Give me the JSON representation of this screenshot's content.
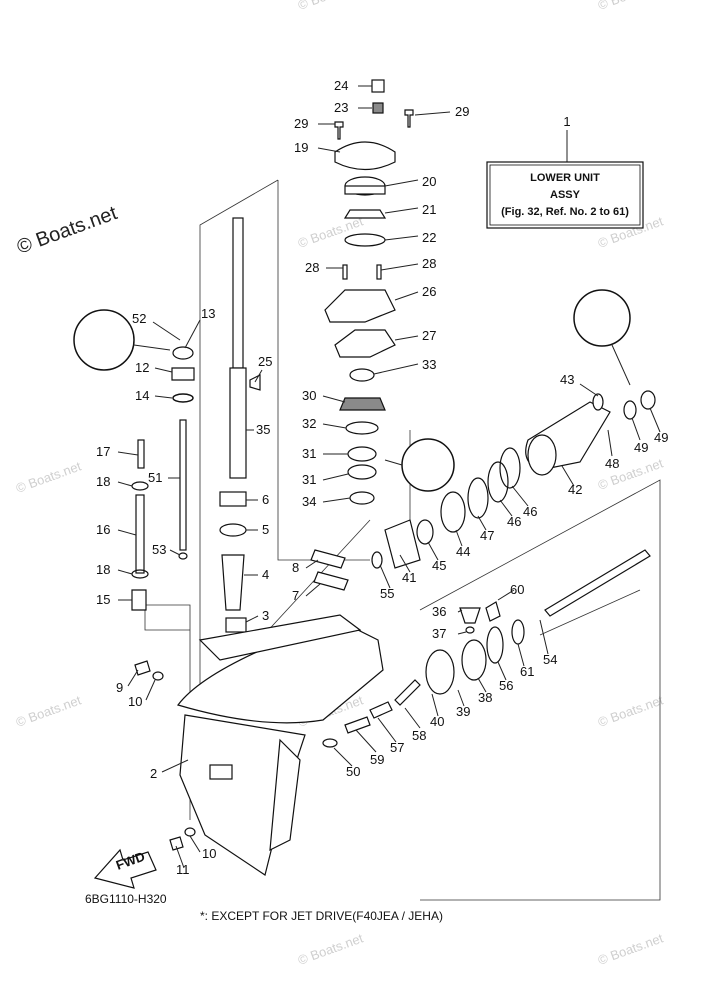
{
  "title_box": {
    "line1": "LOWER UNIT",
    "line2": "ASSY",
    "line3": "(Fig. 32, Ref. No. 2 to 61)",
    "ref": "1"
  },
  "watermark": "© Boats.net",
  "logo_text": "© Boats.net",
  "fwd_label": "FWD",
  "diagram_code": "6BG1110-H320",
  "footnote": "*: EXCEPT FOR JET DRIVE(F40JEA / JEHA)",
  "callouts": [
    "24",
    "23",
    "29",
    "29",
    "19",
    "20",
    "21",
    "22",
    "28",
    "28",
    "26",
    "27",
    "33",
    "30",
    "32",
    "31",
    "31",
    "34",
    "52",
    "13",
    "12",
    "14",
    "17",
    "18",
    "16",
    "18",
    "15",
    "51",
    "53",
    "25",
    "35",
    "6",
    "5",
    "4",
    "8",
    "7",
    "3",
    "9",
    "10",
    "2",
    "10",
    "11",
    "55",
    "41",
    "45",
    "44",
    "47",
    "46",
    "46",
    "43",
    "49",
    "49",
    "48",
    "42",
    "60",
    "36",
    "37",
    "54",
    "61",
    "56",
    "38",
    "39",
    "40",
    "58",
    "57",
    "59",
    "50"
  ]
}
